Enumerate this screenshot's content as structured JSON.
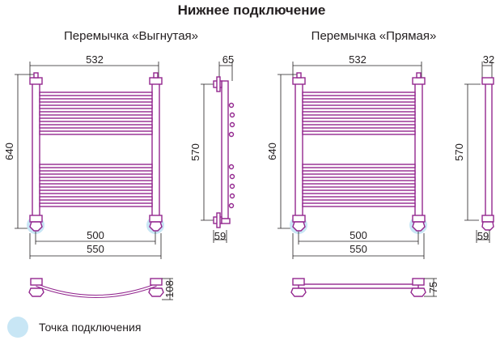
{
  "title": "Нижнее подключение",
  "left": {
    "subtitle": "Перемычка «Выгнутая»",
    "front": {
      "width_top": "532",
      "height": "640",
      "axis": "500",
      "overall": "550"
    },
    "side": {
      "depth": "65",
      "axis_height": "570",
      "offset": "59"
    },
    "top_view": {
      "depth": "108"
    }
  },
  "right": {
    "subtitle": "Перемычка «Прямая»",
    "front": {
      "width_top": "532",
      "height": "640",
      "axis": "500",
      "overall": "550"
    },
    "side": {
      "depth": "32",
      "axis_height": "570",
      "offset": "59"
    },
    "top_view": {
      "depth": "75"
    }
  },
  "legend": {
    "label": "Точка подключения"
  },
  "colors": {
    "pipe": "#93278f",
    "connection_point": "#c8e6f5",
    "line": "#231f20"
  }
}
